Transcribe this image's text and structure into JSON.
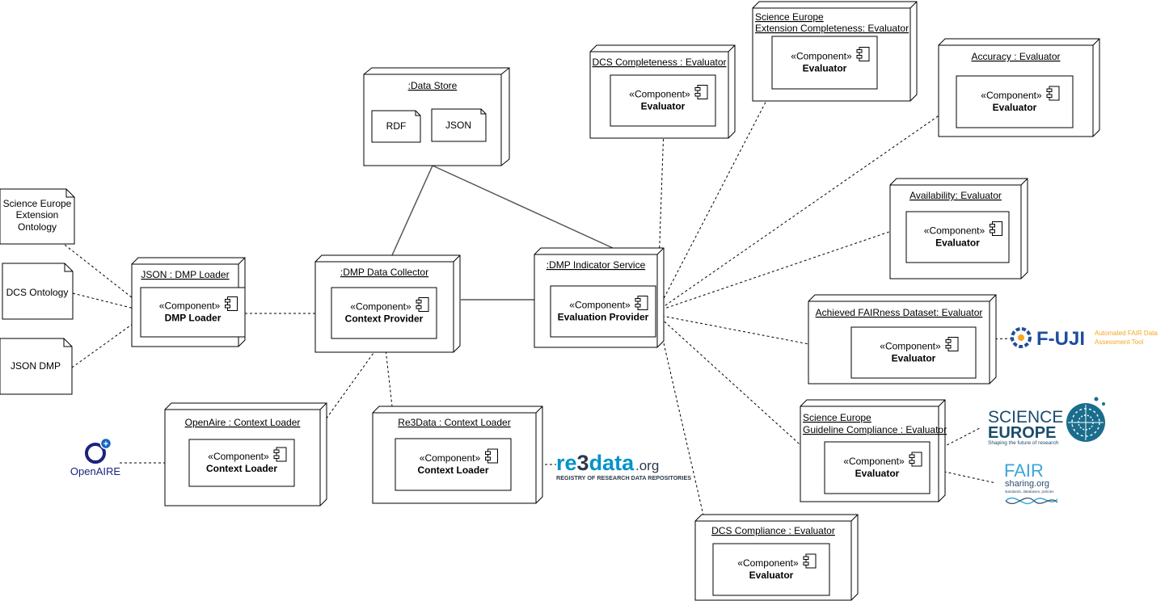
{
  "component_stereotype": "«Component»",
  "notes": {
    "se_ontology": [
      "Science Europe",
      "Extension",
      "Ontology"
    ],
    "dcs_ontology": "DCS Ontology",
    "json_dmp": "JSON DMP"
  },
  "nodes": {
    "json_loader": {
      "title": "JSON : DMP Loader",
      "component": "DMP Loader"
    },
    "collector": {
      "title": ":DMP Data Collector",
      "component": "Context Provider"
    },
    "indicator": {
      "title": ":DMP Indicator Service",
      "component": "Evaluation Provider"
    },
    "data_store": {
      "title": ":Data Store",
      "artifacts": [
        "RDF",
        "JSON"
      ]
    },
    "openaire_loader": {
      "title": "OpenAire : Context Loader",
      "component": "Context Loader"
    },
    "re3data_loader": {
      "title": "Re3Data : Context Loader",
      "component": "Context Loader"
    },
    "dcs_completeness": {
      "title": "DCS Completeness : Evaluator",
      "component": "Evaluator"
    },
    "se_ext": {
      "title_lines": [
        "Science Europe",
        " Extension Completeness: Evaluator"
      ],
      "component": "Evaluator"
    },
    "accuracy": {
      "title": "Accuracy : Evaluator",
      "component": "Evaluator"
    },
    "availability": {
      "title": "Availability: Evaluator",
      "component": "Evaluator"
    },
    "fairness": {
      "title": "Achieved FAIRness Dataset: Evaluator",
      "component": "Evaluator"
    },
    "se_guideline": {
      "title_lines": [
        "Science Europe",
        " Guideline Compliance : Evaluator"
      ],
      "component": "Evaluator"
    },
    "dcs_compliance": {
      "title": "DCS Compliance : Evaluator",
      "component": "Evaluator"
    }
  },
  "logos": {
    "openaire": {
      "text": "OpenAIRE",
      "color": "#1a237e",
      "accent": "#1565c0"
    },
    "re3data": {
      "main_a": "re",
      "main_b": "3",
      "main_c": "data",
      "suffix": ".org",
      "sub": "REGISTRY OF RESEARCH DATA REPOSITORIES",
      "color": "#0093c9",
      "dark": "#2b3a4a"
    },
    "fuji": {
      "main": "F-UJI",
      "sub1": "Automated FAIR Data",
      "sub2": "Assessment Tool",
      "color": "#1f4e9c",
      "accent": "#f5a623"
    },
    "science_europe": {
      "line1": "SCIENCE",
      "line2": "EUROPE",
      "tagline": "Shaping the future of research",
      "color": "#1b4b6b",
      "accent": "#1a6d8c"
    },
    "fairsharing": {
      "line1": "FAIR",
      "line2": "sharing.org",
      "tagline": "standards, databases, policies",
      "color": "#3aa6d9",
      "dark": "#2e4a6b"
    }
  }
}
